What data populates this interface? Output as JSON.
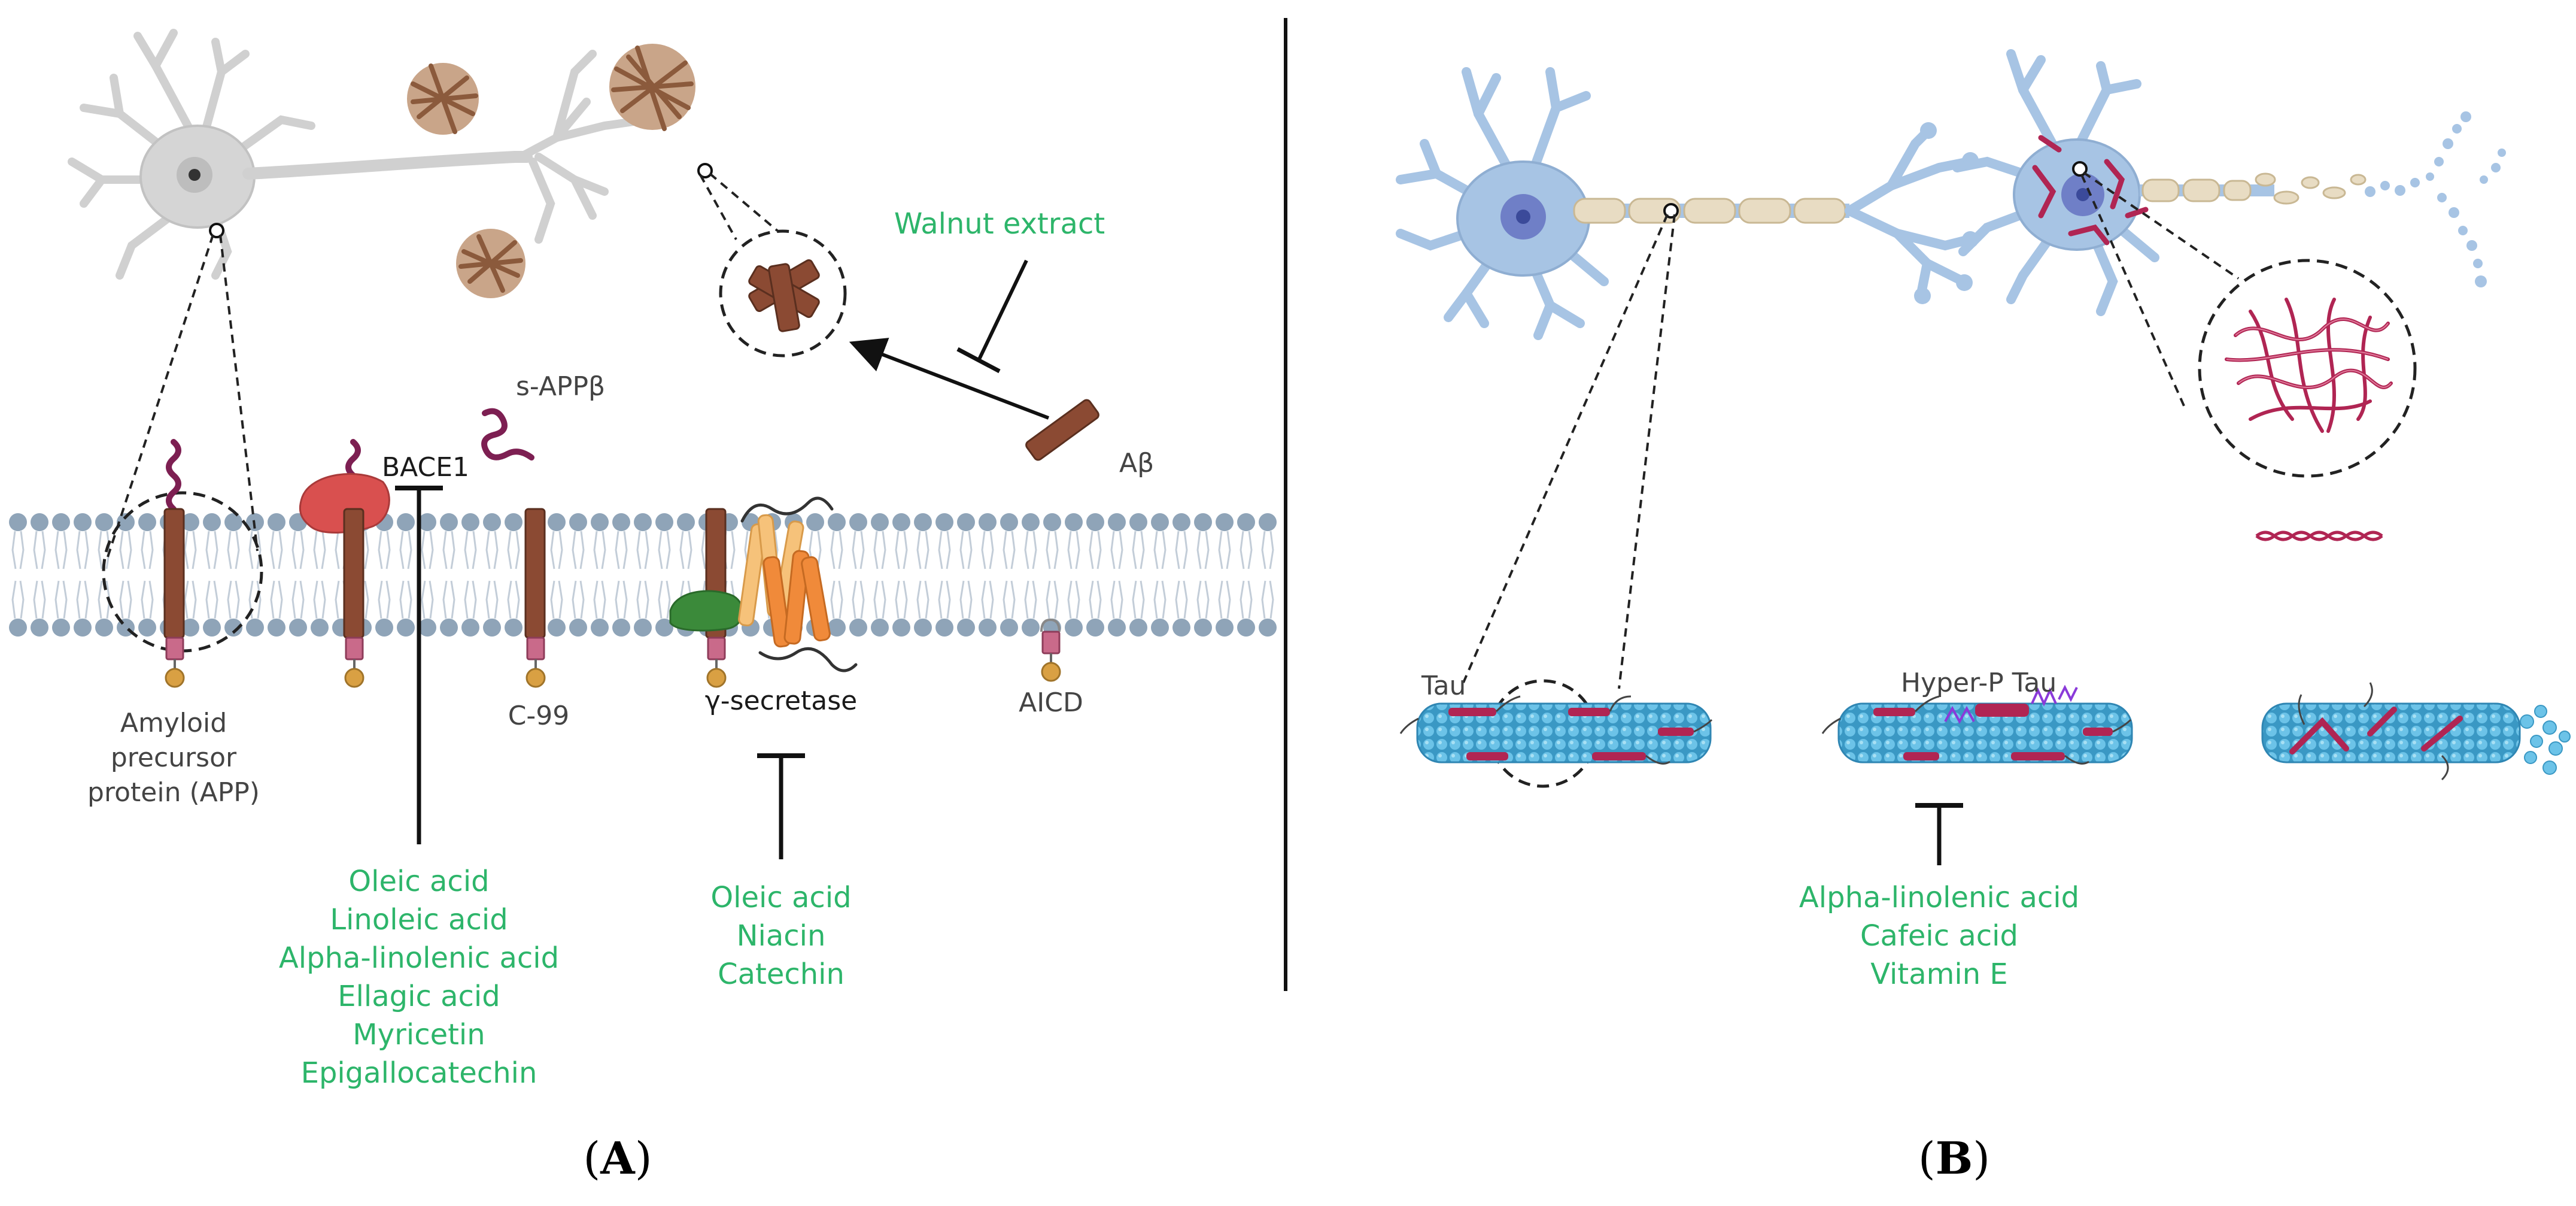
{
  "colors": {
    "green_text": "#2db56a",
    "neuron_gray": "#d5d5d5",
    "neuron_blue": "#a7c4e4",
    "amyloid_brown": "#8b4a33",
    "tau_crimson": "#b02553",
    "microtubule_blue": "#55b2d8",
    "membrane_head": "#8fa4b8",
    "bace1_red": "#d9504f",
    "gamma_orange": "#f08a3a",
    "gamma_green": "#3b8a3a",
    "tail_purple": "#7d1f52",
    "anchor_gold": "#d9a043"
  },
  "panel_a": {
    "labels": {
      "bace1": "BACE1",
      "s_app_beta": "s-APPβ",
      "abeta": "Aβ",
      "app_line1": "Amyloid",
      "app_line2": "precursor",
      "app_line3": "protein (APP)",
      "c99": "C-99",
      "gamma_secretase": "γ-secretase",
      "aicd": "AICD",
      "walnut_extract": "Walnut extract"
    },
    "bace1_inhibitors": [
      "Oleic acid",
      "Linoleic acid",
      "Alpha-linolenic acid",
      "Ellagic acid",
      "Myricetin",
      "Epigallocatechin"
    ],
    "gamma_inhibitors": [
      "Oleic acid",
      "Niacin",
      "Catechin"
    ]
  },
  "panel_b": {
    "labels": {
      "tau": "Tau",
      "hyper_p_tau": "Hyper-P Tau"
    },
    "inhibitors": [
      "Alpha-linolenic acid",
      "Cafeic acid",
      "Vitamin E"
    ]
  },
  "captions": {
    "a_open": "(",
    "a_letter": "A",
    "a_close": ")",
    "b_open": "(",
    "b_letter": "B",
    "b_close": ")"
  }
}
